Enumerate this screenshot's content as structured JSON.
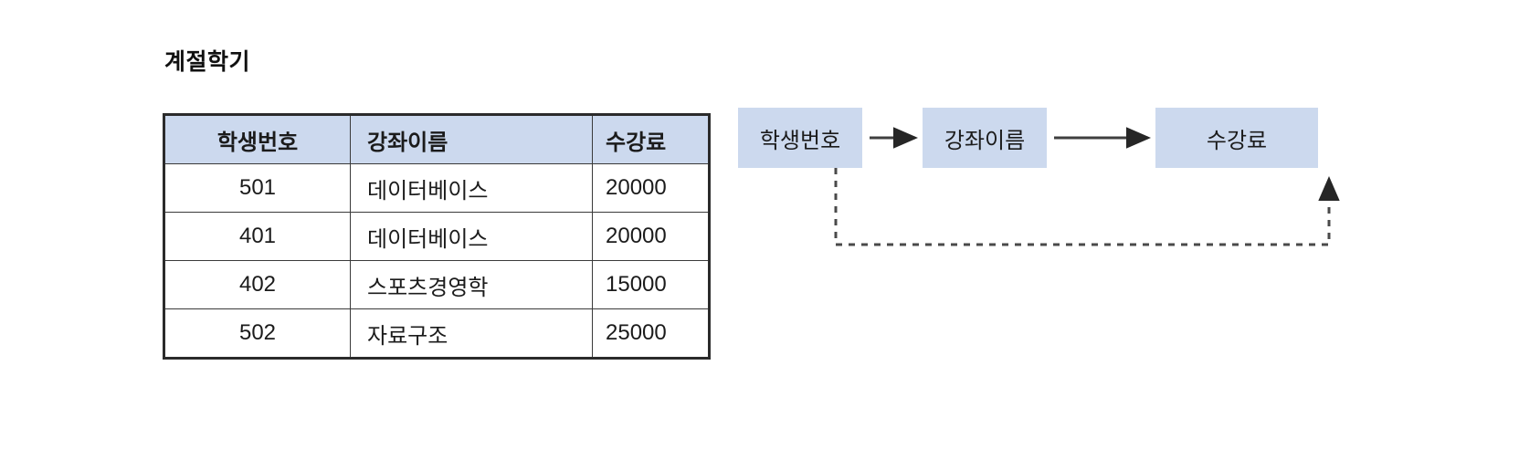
{
  "table": {
    "title": "계절학기",
    "columns": [
      "학생번호",
      "강좌이름",
      "수강료"
    ],
    "rows": [
      {
        "student_id": "501",
        "course": "데이터베이스",
        "fee": "20000"
      },
      {
        "student_id": "401",
        "course": "데이터베이스",
        "fee": "20000"
      },
      {
        "student_id": "402",
        "course": "스포츠경영학",
        "fee": "15000"
      },
      {
        "student_id": "502",
        "course": "자료구조",
        "fee": "25000"
      }
    ]
  },
  "diagram": {
    "nodes": [
      {
        "label": "학생번호"
      },
      {
        "label": "강좌이름"
      },
      {
        "label": "수강료"
      }
    ],
    "edges": [
      {
        "from": "학생번호",
        "to": "강좌이름",
        "style": "solid"
      },
      {
        "from": "강좌이름",
        "to": "수강료",
        "style": "solid"
      },
      {
        "from": "학생번호",
        "to": "수강료",
        "style": "dashed"
      }
    ]
  },
  "colors": {
    "box_fill": "#ccd9ee",
    "border": "#3a3a3a",
    "arrow": "#333333",
    "text": "#1b1b1b"
  }
}
